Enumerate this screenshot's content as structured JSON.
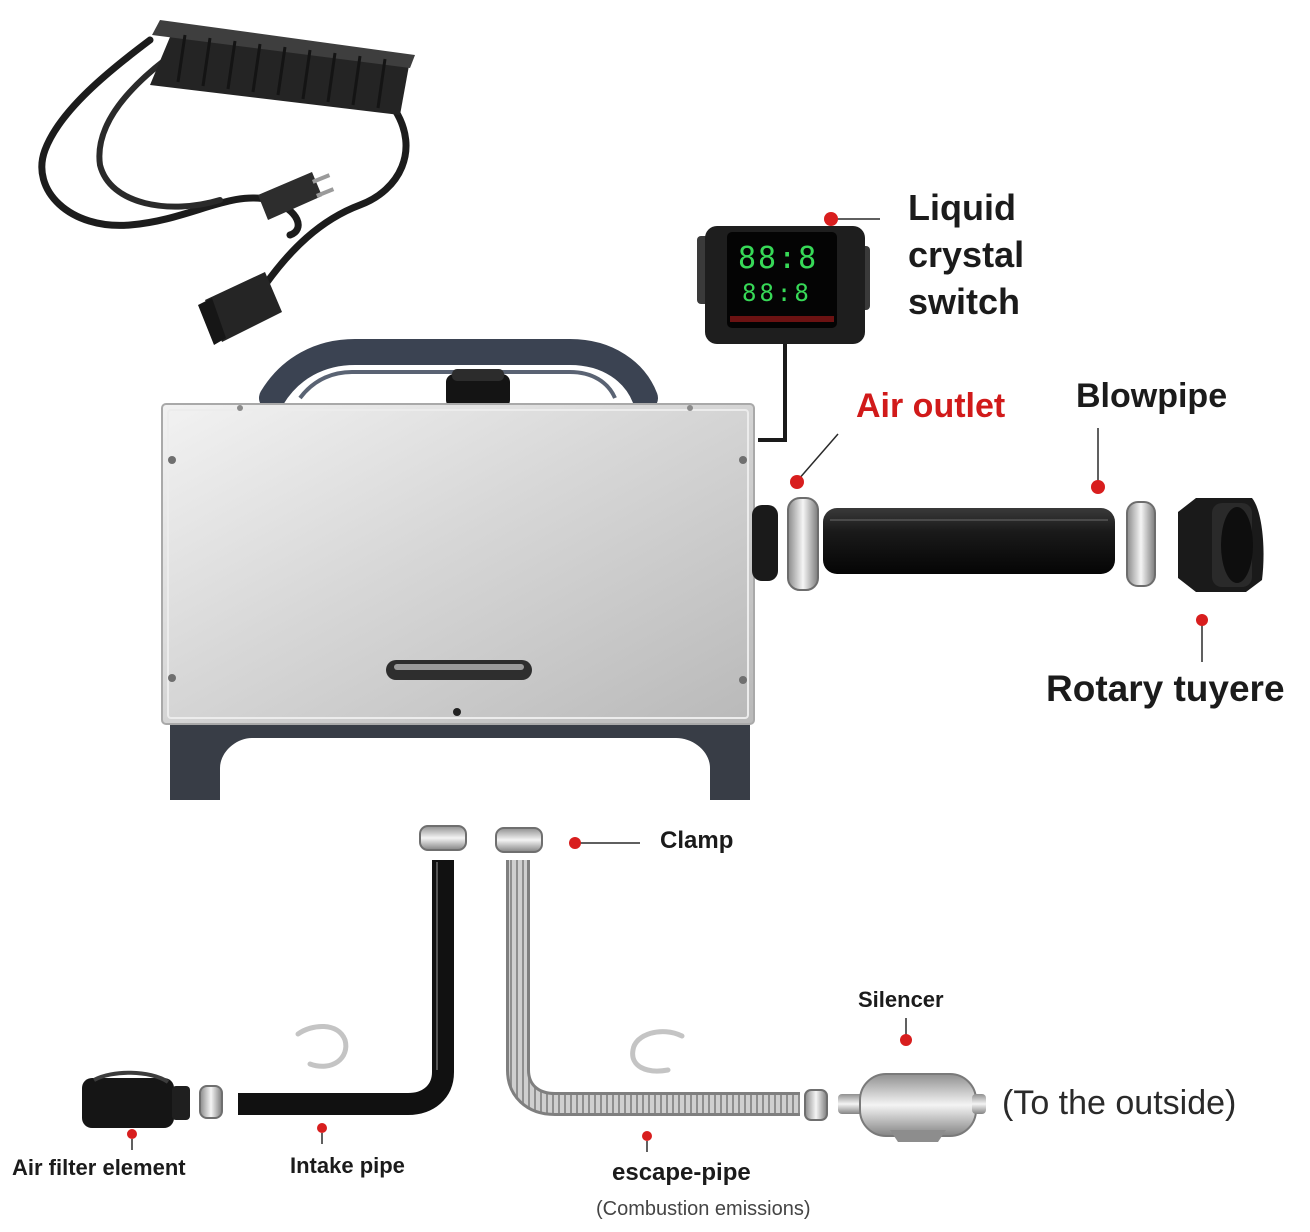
{
  "labels": {
    "lcd": [
      "Liquid",
      "crystal",
      "switch"
    ],
    "air_outlet": "Air outlet",
    "blowpipe": "Blowpipe",
    "rotary_tuyere": "Rotary tuyere",
    "clamp": "Clamp",
    "silencer": "Silencer",
    "outside": "(To the outside)",
    "air_filter": "Air filter element",
    "intake_pipe": "Intake pipe",
    "escape_pipe": "escape-pipe",
    "combustion": "(Combustion emissions)"
  },
  "display": {
    "row1": "88:8",
    "row2": "88:8"
  },
  "colors": {
    "marker": "#d81e1e",
    "accent_label": "#d11a1a",
    "text": "#1b1b1b",
    "display_green": "#37d957",
    "body_silver": "#d9d9d9",
    "base_dark": "#3a3f48"
  }
}
